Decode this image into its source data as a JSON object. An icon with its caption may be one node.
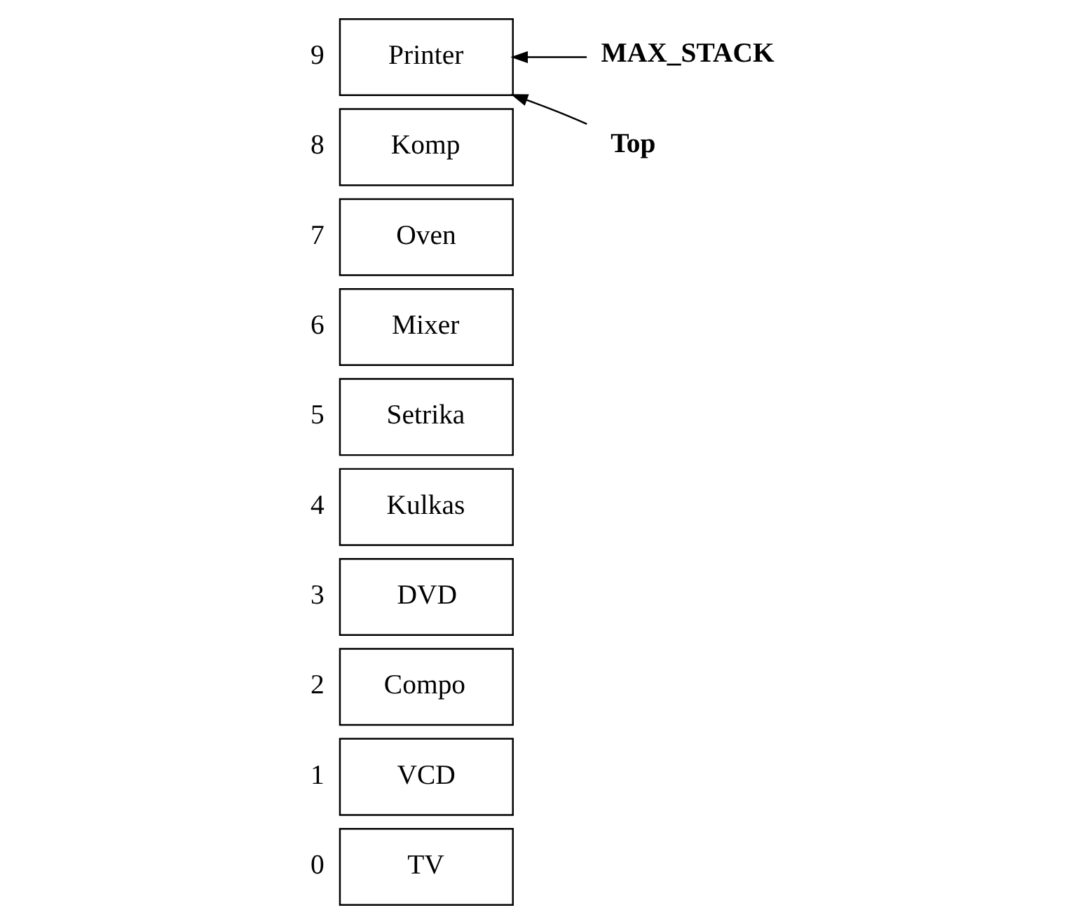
{
  "diagram": {
    "nodes": [
      {
        "text": [
          "Printer"
        ],
        "beside": [
          "9"
        ]
      },
      {
        "text": [
          "Komp"
        ],
        "beside": [
          "8"
        ]
      },
      {
        "text": [
          "Oven"
        ],
        "beside": [
          "7"
        ]
      },
      {
        "text": [
          "Mixer"
        ],
        "beside": [
          "6"
        ]
      },
      {
        "text": [
          "Setrika"
        ],
        "beside": [
          "5"
        ]
      },
      {
        "text": [
          "Kulkas"
        ],
        "beside": [
          "4"
        ]
      },
      {
        "text": [
          "DVD"
        ],
        "beside": [
          "3"
        ]
      },
      {
        "text": [
          "Compo"
        ],
        "beside": [
          "2"
        ]
      },
      {
        "text": [
          "VCD"
        ],
        "beside": [
          "1"
        ]
      },
      {
        "text": [
          "TV"
        ],
        "beside": [
          "0"
        ]
      },
      {
        "text": [
          "MAX_STACK"
        ]
      },
      {
        "text": [
          "Top"
        ]
      }
    ],
    "edges": [
      {
        "from": 10,
        "to": 0,
        "arrow": "to"
      },
      {
        "from": 11,
        "to": 0,
        "arrow": "to"
      }
    ]
  }
}
